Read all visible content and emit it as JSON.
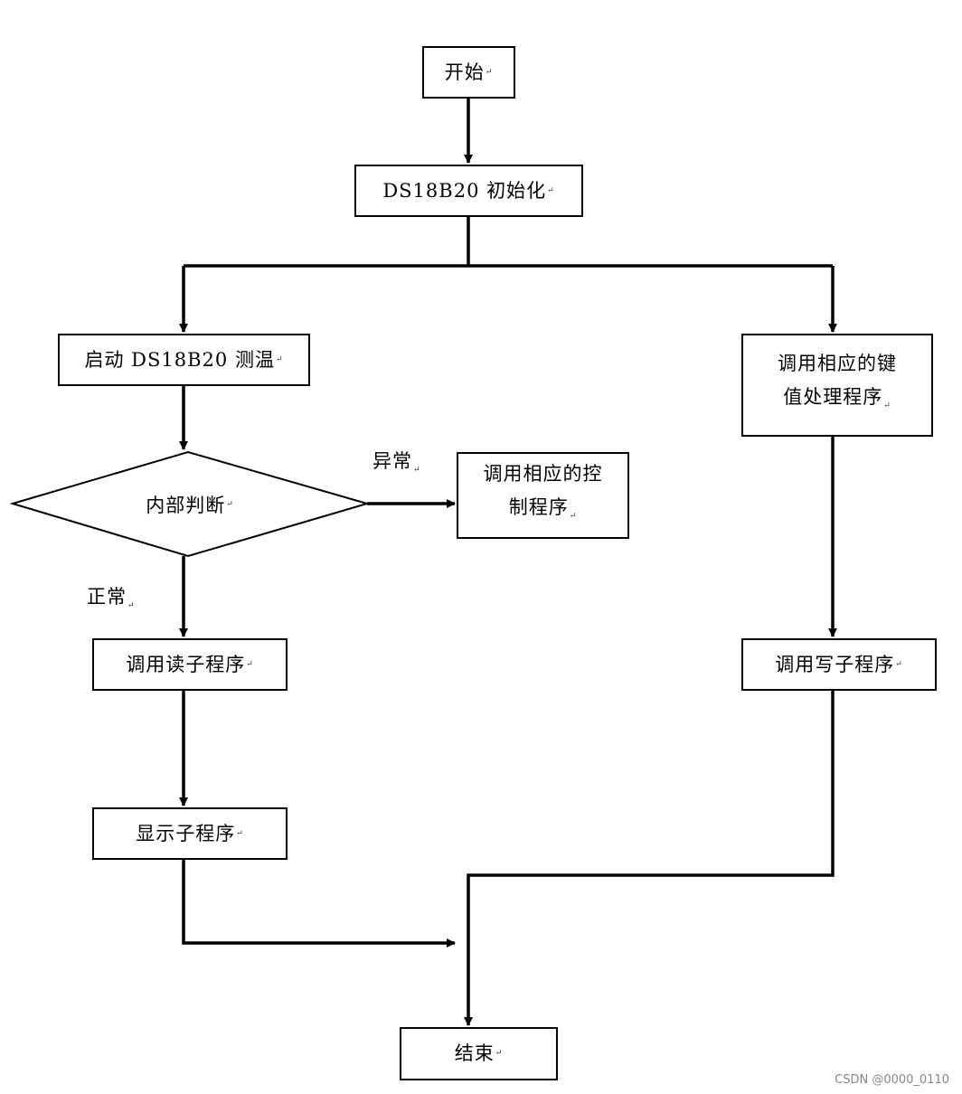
{
  "mark": "↵",
  "nodes": {
    "start": "开始",
    "init": "DS18B20 初始化",
    "measure": "启动 DS18B20 测温",
    "decision": "内部判断",
    "control_line1": "调用相应的控",
    "control_line2": "制程序",
    "read": "调用读子程序",
    "display": "显示子程序",
    "key_line1": "调用相应的键",
    "key_line2": "值处理程序",
    "write": "调用写子程序",
    "end": "结束"
  },
  "edge_labels": {
    "abnormal": "异常",
    "normal": "正常"
  },
  "watermark": "CSDN @0000_0110"
}
